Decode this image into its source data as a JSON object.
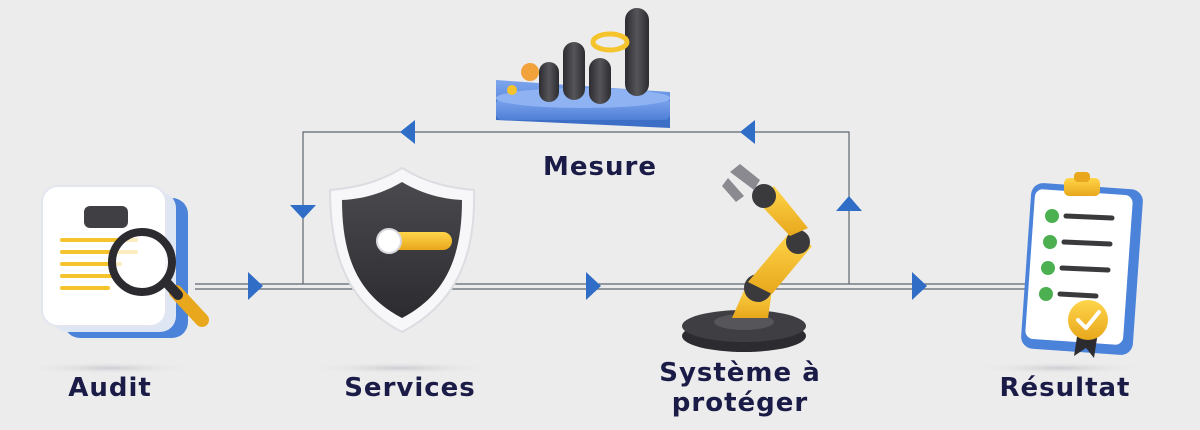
{
  "nodes": {
    "audit": {
      "label": "Audit"
    },
    "services": {
      "label": "Services"
    },
    "mesure": {
      "label": "Mesure"
    },
    "systeme": {
      "label": "Système à protéger"
    },
    "resultat": {
      "label": "Résultat"
    }
  },
  "icons": {
    "audit": "document-magnifier-icon",
    "services": "shield-toggle-icon",
    "mesure": "bar-chart-icon",
    "systeme": "robot-arm-icon",
    "resultat": "checklist-clipboard-icon"
  },
  "colors": {
    "label": "#1b1b48",
    "arrow": "#2f6dc7",
    "line": "#5c6670",
    "accent": "#f5c32c",
    "dark": "#3a3a3d",
    "platform": "#5f8fe0"
  }
}
